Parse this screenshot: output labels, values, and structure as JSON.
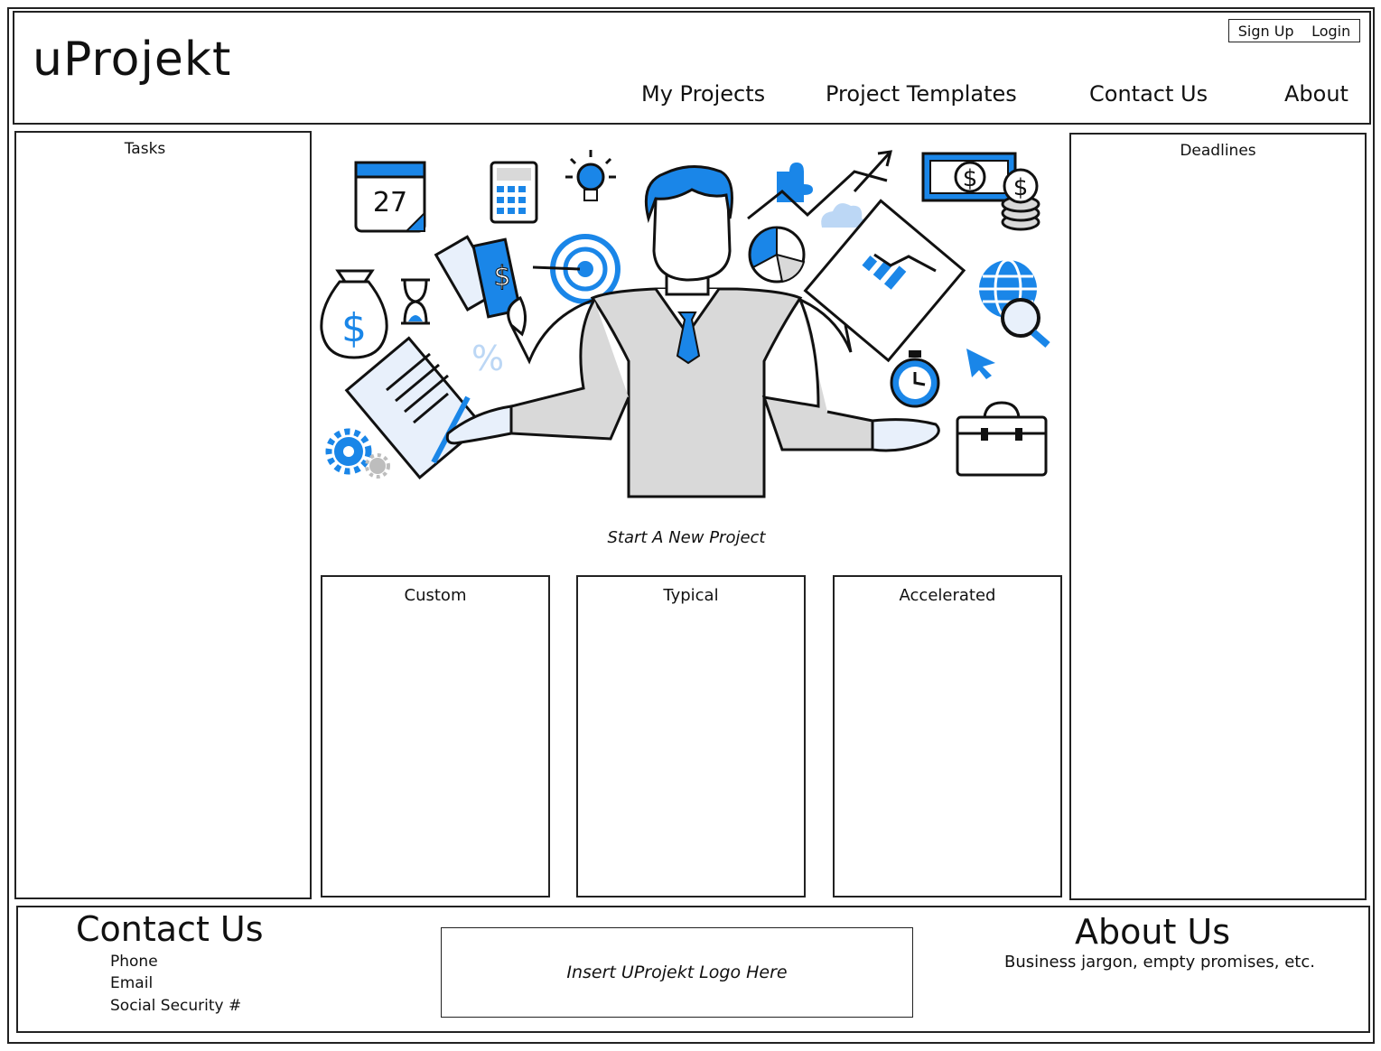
{
  "header": {
    "logo": "uProjekt",
    "auth": {
      "signup": "Sign Up",
      "login": "Login"
    },
    "nav": [
      "My Projects",
      "Project Templates",
      "Contact Us",
      "About"
    ]
  },
  "tasks": {
    "title": "Tasks"
  },
  "deadlines": {
    "title": "Deadlines"
  },
  "hero": {
    "calendar_day": "27",
    "percent": "%"
  },
  "start": {
    "label": "Start A New Project"
  },
  "cards": [
    "Custom",
    "Typical",
    "Accelerated"
  ],
  "footer": {
    "contact_title": "Contact Us",
    "contact_items": [
      "Phone",
      "Email",
      "Social Security #"
    ],
    "logo_placeholder": "Insert UProjekt Logo Here",
    "about_title": "About Us",
    "about_text": "Business jargon, empty promises, etc."
  },
  "colors": {
    "accent": "#1a86e8",
    "ink": "#111111",
    "gray": "#d9d9d9"
  }
}
